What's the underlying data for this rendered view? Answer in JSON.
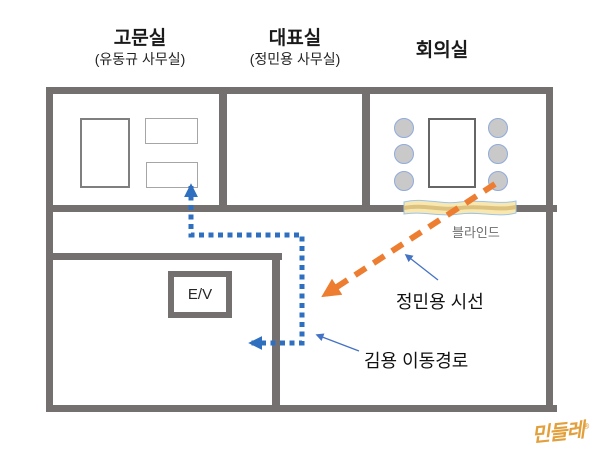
{
  "rooms": {
    "advisor": {
      "title": "고문실",
      "subtitle": "(유동규 사무실)"
    },
    "ceo": {
      "title": "대표실",
      "subtitle": "(정민용 사무실)"
    },
    "meeting": {
      "title": "회의실"
    }
  },
  "plan": {
    "elevator_label": "E/V",
    "blinds_label": "블라인드"
  },
  "annotations": {
    "gaze_label": "정민용 시선",
    "path_label": "김용 이동경로"
  },
  "watermark": {
    "text": "민들레",
    "mark": "®"
  },
  "colors": {
    "wall": "#757070",
    "path_blue": "#2e6fbf",
    "annotation_blue": "#4472c4",
    "gaze_orange": "#ed7d31",
    "blinds_fill": "#f8e8b0",
    "blinds_stripe": "#dcc27e",
    "blinds_stroke": "#9dc3e6",
    "chair_fill": "#c9c9c9",
    "chair_stroke": "#8faadc",
    "watermark_gold": "#e2a03c"
  }
}
